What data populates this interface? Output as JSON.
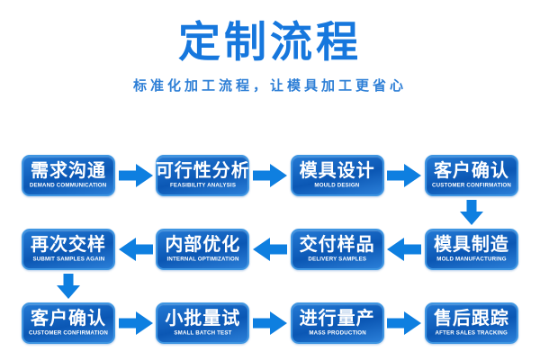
{
  "header": {
    "title": "定制流程",
    "subtitle": "标准化加工流程，让模具加工更省心"
  },
  "steps": [
    {
      "zh": "需求沟通",
      "en": "DEMAND COMMUNICATION"
    },
    {
      "zh": "可行性分析",
      "en": "FEASIBILITY ANALYSIS"
    },
    {
      "zh": "模具设计",
      "en": "MOULD DESIGN"
    },
    {
      "zh": "客户确认",
      "en": "CUSTOMER CONFIRMATION"
    },
    {
      "zh": "模具制造",
      "en": "MOLD MANUFACTURING"
    },
    {
      "zh": "交付样品",
      "en": "DELIVERY SAMPLES"
    },
    {
      "zh": "内部优化",
      "en": "INTERNAL OPTIMIZATION"
    },
    {
      "zh": "再次交样",
      "en": "SUBMIT SAMPLES AGAIN"
    },
    {
      "zh": "客户确认",
      "en": "CUSTOMER CONFIRMATION"
    },
    {
      "zh": "小批量试",
      "en": "SMALL BATCH TEST"
    },
    {
      "zh": "进行量产",
      "en": "MASS PRODUCTION"
    },
    {
      "zh": "售后跟踪",
      "en": "AFTER SALES TRACKING"
    }
  ],
  "flow_order_note": "row1 left-to-right: steps 0-3; down; row2 right-to-left: steps 4-7; down; row3 left-to-right: steps 8-11",
  "colors": {
    "accent": "#1677dd",
    "subtitle_blue": "#2e7fd6",
    "box_border": "#3f96e2",
    "box_blue_light": "#2379d4",
    "box_blue_dark": "#0b57b4",
    "box_blue_bottom": "#2b7fd8",
    "arrow_blue": "#0e7fe0",
    "step_text": "#ffffff"
  }
}
